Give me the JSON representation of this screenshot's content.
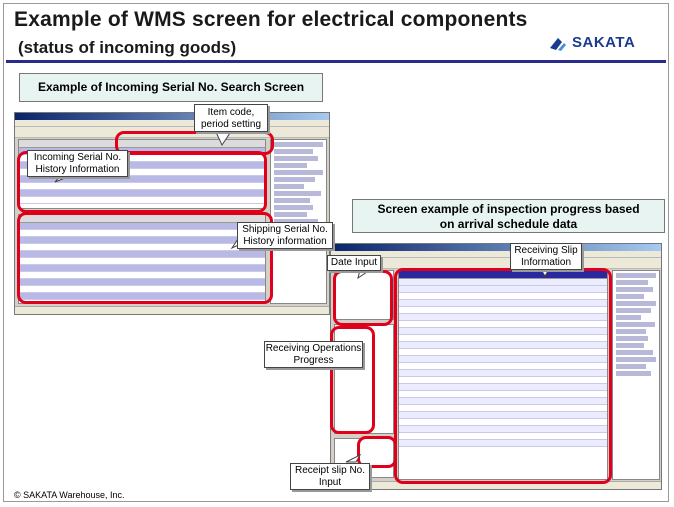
{
  "slide": {
    "title": "Example of WMS screen for electrical components",
    "subtitle": "(status of incoming goods)",
    "logo_text": "SAKATA",
    "copyright": "© SAKATA Warehouse, Inc."
  },
  "sections": {
    "search_screen_label": "Example of Incoming Serial No. Search Screen",
    "inspection_label_line1": "Screen example of inspection progress based",
    "inspection_label_line2": "on arrival schedule data"
  },
  "callouts": {
    "item_code_line1": "Item code,",
    "item_code_line2": "period setting",
    "incoming_serial_line1": "Incoming Serial No.",
    "incoming_serial_line2": "History Information",
    "shipping_serial_line1": "Shipping Serial No.",
    "shipping_serial_line2": "History information",
    "date_input": "Date Input",
    "receiving_slip_line1": "Receiving Slip",
    "receiving_slip_line2": "Information",
    "receiving_ops_line1": "Receiving Operations",
    "receiving_ops_line2": "Progress",
    "receipt_slip_line1": "Receipt slip No.",
    "receipt_slip_line2": "Input"
  },
  "colors": {
    "accent": "#2a2a8c",
    "highlight_ring": "#e0001b",
    "section_bg": "#e7f4f1",
    "grid_alt_row": "#b9b9e6"
  }
}
